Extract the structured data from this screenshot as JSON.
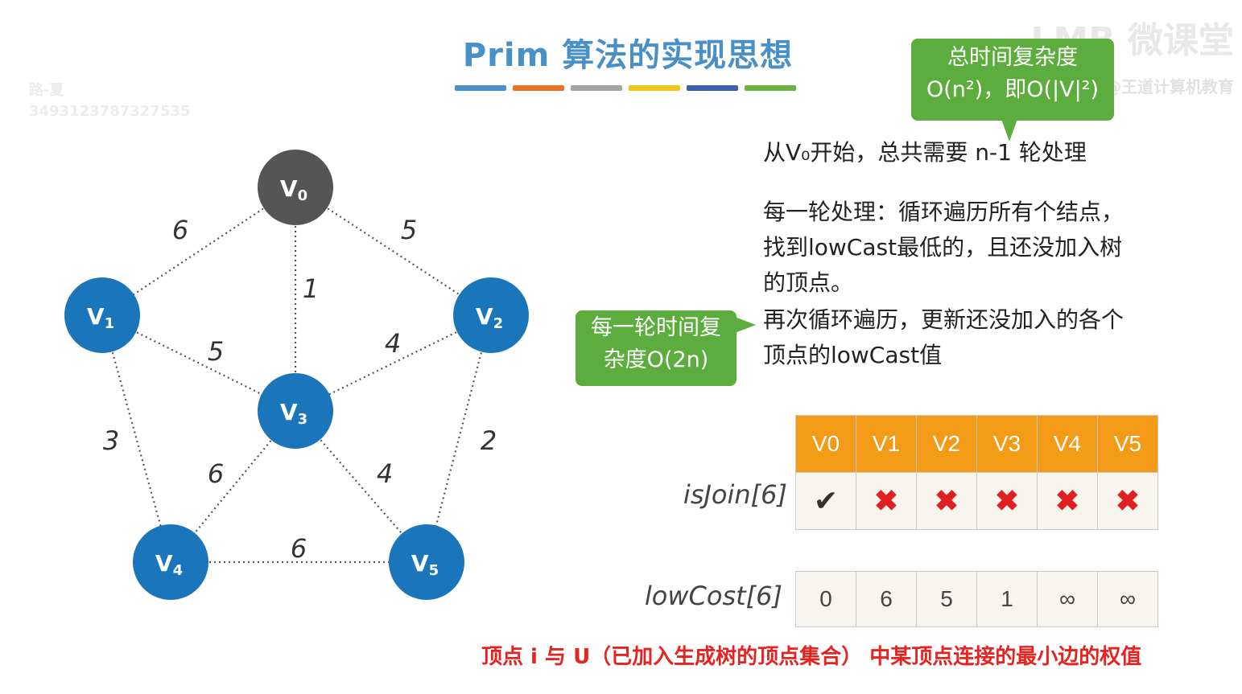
{
  "title": "Prim 算法的实现思想",
  "stripe_colors": [
    "#4a90c8",
    "#e8742a",
    "#a5a5a5",
    "#f2c418",
    "#3d5fae",
    "#6bb245"
  ],
  "watermark": {
    "brand": "LMB 微课堂",
    "sub": "@王道计算机教育",
    "user_name": "路-夏",
    "user_id": "3493123787327535"
  },
  "graph": {
    "nodes": [
      {
        "id": "v0",
        "letter": "V",
        "sub": "0",
        "color": "#555555"
      },
      {
        "id": "v1",
        "letter": "V",
        "sub": "1",
        "color": "#1b75bb"
      },
      {
        "id": "v2",
        "letter": "V",
        "sub": "2",
        "color": "#1b75bb"
      },
      {
        "id": "v3",
        "letter": "V",
        "sub": "3",
        "color": "#1b75bb"
      },
      {
        "id": "v4",
        "letter": "V",
        "sub": "4",
        "color": "#1b75bb"
      },
      {
        "id": "v5",
        "letter": "V",
        "sub": "5",
        "color": "#1b75bb"
      }
    ],
    "edges": [
      {
        "from": "v0",
        "to": "v1",
        "weight": "6"
      },
      {
        "from": "v0",
        "to": "v2",
        "weight": "5"
      },
      {
        "from": "v0",
        "to": "v3",
        "weight": "1"
      },
      {
        "from": "v1",
        "to": "v3",
        "weight": "5"
      },
      {
        "from": "v2",
        "to": "v3",
        "weight": "4"
      },
      {
        "from": "v1",
        "to": "v4",
        "weight": "3"
      },
      {
        "from": "v2",
        "to": "v5",
        "weight": "2"
      },
      {
        "from": "v3",
        "to": "v4",
        "weight": "6"
      },
      {
        "from": "v3",
        "to": "v5",
        "weight": "4"
      },
      {
        "from": "v4",
        "to": "v5",
        "weight": "6"
      }
    ]
  },
  "callouts": {
    "total_line1": "总时间复杂度",
    "total_line2": "O(n²)，即O(|V|²)",
    "round_line1": "每一轮时间复",
    "round_line2": "杂度O(2n)"
  },
  "description": {
    "line1": "从V₀开始，总共需要 n-1 轮处理",
    "para2": "每一轮处理：循环遍历所有个结点，找到lowCast最低的，且还没加入树的顶点。",
    "para3": "再次循环遍历，更新还没加入的各个顶点的lowCast值"
  },
  "arrays": {
    "headers": [
      "V0",
      "V1",
      "V2",
      "V3",
      "V4",
      "V5"
    ],
    "isJoin_label": "isJoin[6]",
    "isJoin": [
      "✔",
      "✖",
      "✖",
      "✖",
      "✖",
      "✖"
    ],
    "lowCost_label": "lowCost[6]",
    "lowCost": [
      "0",
      "6",
      "5",
      "1",
      "∞",
      "∞"
    ]
  },
  "footer": "顶点 i 与 U（已加入生成树的顶点集合） 中某顶点连接的最小边的权值"
}
